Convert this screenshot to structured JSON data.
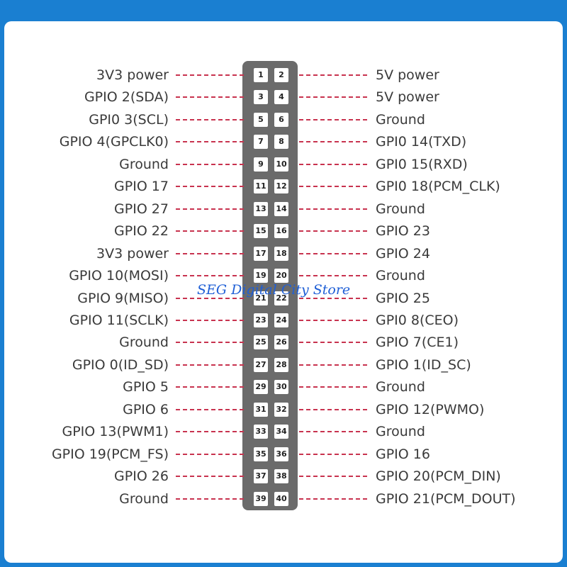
{
  "watermark": "SEG Digital City Store",
  "colors": {
    "background": "#1a7fd1",
    "card": "#ffffff",
    "header": "#6b6b6b",
    "connector": "#c8334f",
    "label": "#3a3a3a"
  },
  "rows": [
    {
      "pin_odd": "1",
      "pin_even": "2",
      "left": "3V3 power",
      "right": "5V power"
    },
    {
      "pin_odd": "3",
      "pin_even": "4",
      "left": "GPIO 2(SDA)",
      "right": "5V power"
    },
    {
      "pin_odd": "5",
      "pin_even": "6",
      "left": "GPI0 3(SCL)",
      "right": "Ground"
    },
    {
      "pin_odd": "7",
      "pin_even": "8",
      "left": "GPIO 4(GPCLK0)",
      "right": "GPI0 14(TXD)"
    },
    {
      "pin_odd": "9",
      "pin_even": "10",
      "left": "Ground",
      "right": "GPI0 15(RXD)"
    },
    {
      "pin_odd": "11",
      "pin_even": "12",
      "left": "GPIO 17",
      "right": "GPI0 18(PCM_CLK)"
    },
    {
      "pin_odd": "13",
      "pin_even": "14",
      "left": "GPIO 27",
      "right": "Ground"
    },
    {
      "pin_odd": "15",
      "pin_even": "16",
      "left": "GPIO 22",
      "right": "GPIO 23"
    },
    {
      "pin_odd": "17",
      "pin_even": "18",
      "left": "3V3 power",
      "right": "GPIO 24"
    },
    {
      "pin_odd": "19",
      "pin_even": "20",
      "left": "GPIO 10(MOSI)",
      "right": "Ground"
    },
    {
      "pin_odd": "21",
      "pin_even": "22",
      "left": "GPIO 9(MISO)",
      "right": "GPIO 25"
    },
    {
      "pin_odd": "23",
      "pin_even": "24",
      "left": "GPIO 11(SCLK)",
      "right": "GPI0 8(CEO)"
    },
    {
      "pin_odd": "25",
      "pin_even": "26",
      "left": "Ground",
      "right": "GPIO 7(CE1)"
    },
    {
      "pin_odd": "27",
      "pin_even": "28",
      "left": "GPIO 0(ID_SD)",
      "right": "GPIO 1(ID_SC)"
    },
    {
      "pin_odd": "29",
      "pin_even": "30",
      "left": "GPIO 5",
      "right": "Ground"
    },
    {
      "pin_odd": "31",
      "pin_even": "32",
      "left": "GPIO 6",
      "right": "GPIO 12(PWMO)"
    },
    {
      "pin_odd": "33",
      "pin_even": "34",
      "left": "GPIO 13(PWM1)",
      "right": "Ground"
    },
    {
      "pin_odd": "35",
      "pin_even": "36",
      "left": "GPIO 19(PCM_FS)",
      "right": "GPIO 16"
    },
    {
      "pin_odd": "37",
      "pin_even": "38",
      "left": "GPIO 26",
      "right": "GPIO 20(PCM_DIN)"
    },
    {
      "pin_odd": "39",
      "pin_even": "40",
      "left": "Ground",
      "right": "GPIO 21(PCM_DOUT)"
    }
  ]
}
